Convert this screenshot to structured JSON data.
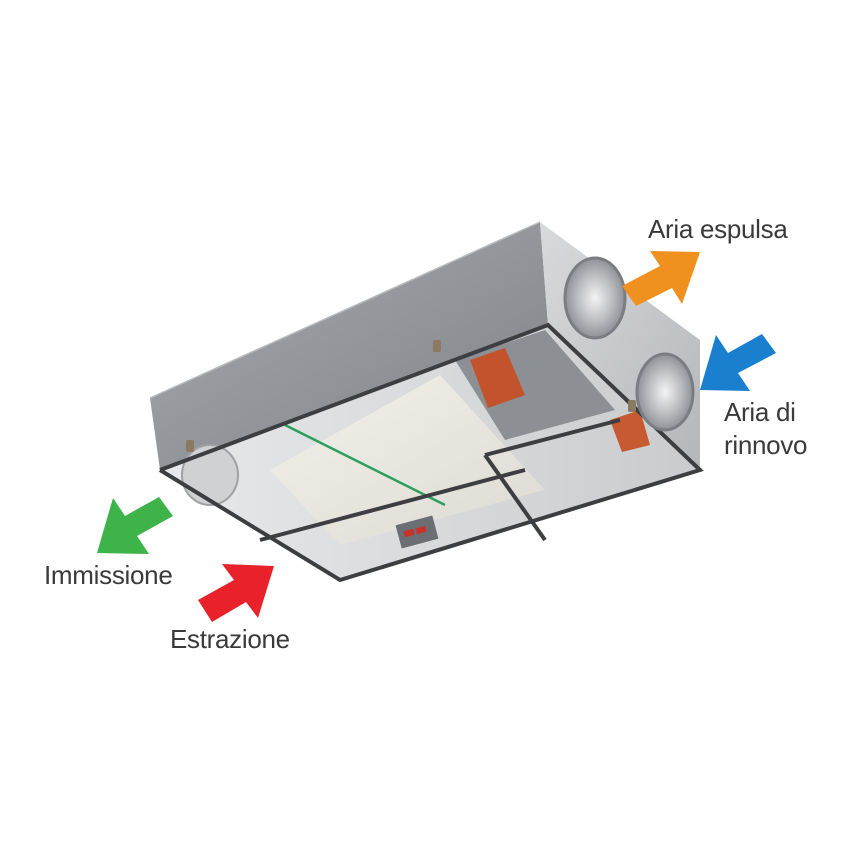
{
  "labels": {
    "aria_espulsa": "Aria espulsa",
    "aria_di_rinnovo_line1": "Aria di",
    "aria_di_rinnovo_line2": "rinnovo",
    "immissione": "Immissione",
    "estrazione": "Estrazione"
  },
  "arrows": {
    "aria_espulsa": {
      "color": "#f0901e",
      "direction": "up-right"
    },
    "aria_di_rinnovo": {
      "color": "#1b7fcf",
      "direction": "down-left"
    },
    "immissione": {
      "color": "#3db34a",
      "direction": "down-left"
    },
    "estrazione": {
      "color": "#e8212a",
      "direction": "up-right"
    }
  },
  "unit": {
    "description": "Ceiling-mounted heat recovery ventilation unit",
    "casing_color": "#9a9da1",
    "fan_color": "#c2532c",
    "filter_stripe_color": "#2e9e5b"
  }
}
